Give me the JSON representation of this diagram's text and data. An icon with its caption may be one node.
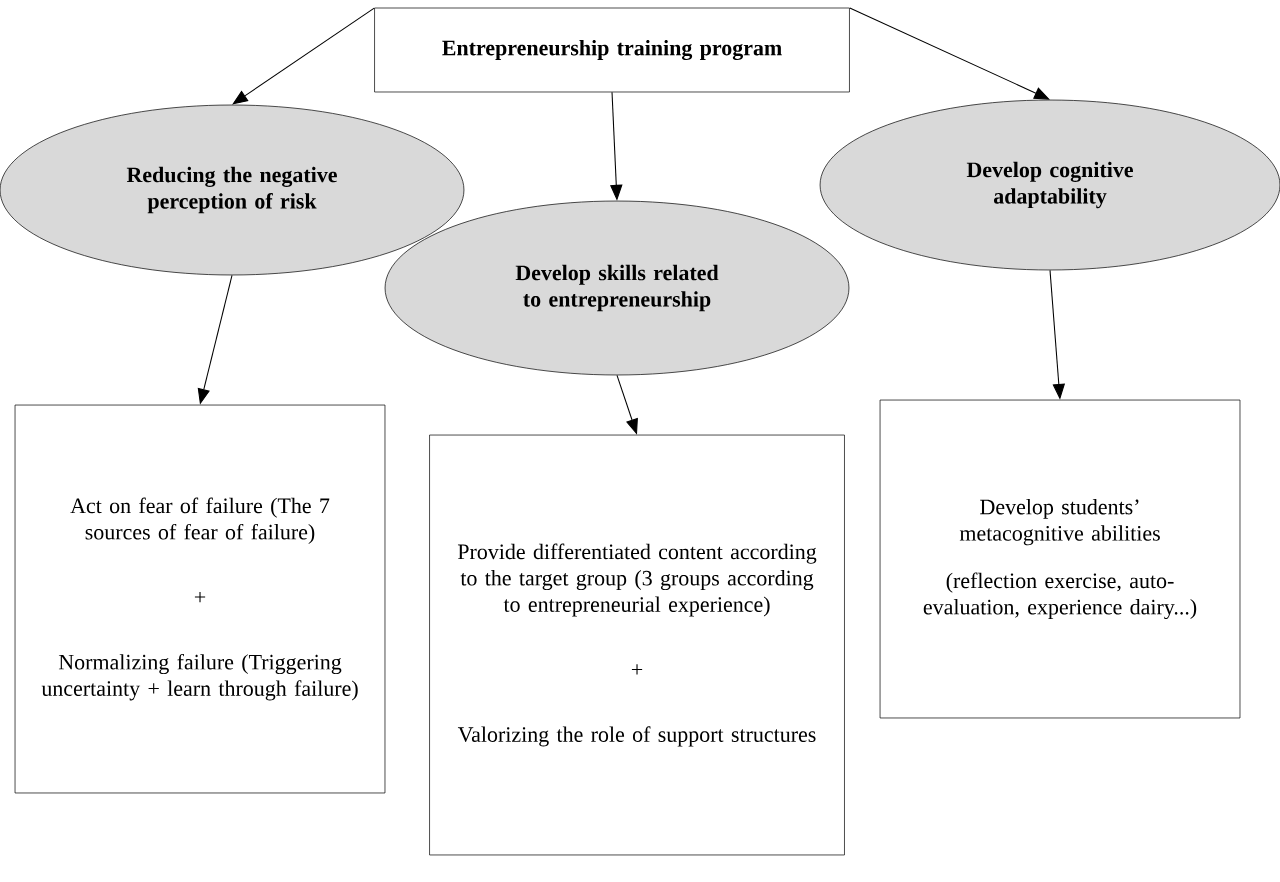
{
  "diagram": {
    "nodes": [
      {
        "text": [
          "Entrepreneurship training program"
        ]
      },
      {
        "text": [
          "Reducing the negative perception of risk"
        ]
      },
      {
        "text": [
          "Develop skills related to entrepreneurship"
        ]
      },
      {
        "text": [
          "Develop cognitive adaptability"
        ]
      },
      {
        "text": [
          "Act on fear of failure (The 7 sources of fear of failure)",
          "+",
          "Normalizing failure (Triggering uncertainty + learn through failure)"
        ]
      },
      {
        "text": [
          "Provide differentiated content according to the target group (3 groups according to entrepreneurial experience)",
          "+",
          "Valorizing the role of support structures"
        ]
      },
      {
        "text": [
          "Develop students’ metacognitive abilities",
          "(reflection exercise, auto-evaluation, experience dairy...)"
        ]
      }
    ],
    "edges": [
      {
        "from": 0,
        "to": 1,
        "arrow": "to"
      },
      {
        "from": 0,
        "to": 2,
        "arrow": "to"
      },
      {
        "from": 0,
        "to": 3,
        "arrow": "to"
      },
      {
        "from": 1,
        "to": 4,
        "arrow": "to"
      },
      {
        "from": 2,
        "to": 5,
        "arrow": "to"
      },
      {
        "from": 3,
        "to": 6,
        "arrow": "to"
      }
    ]
  }
}
